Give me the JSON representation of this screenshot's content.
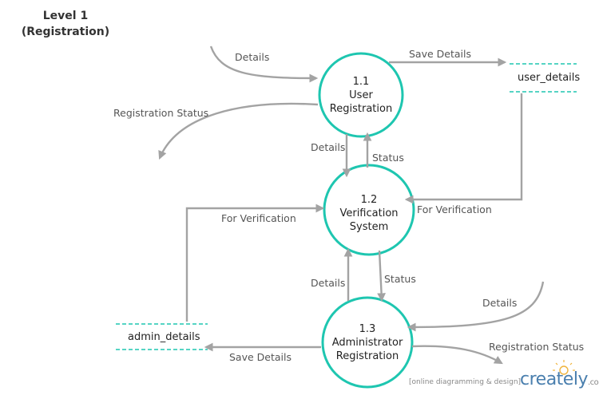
{
  "title": {
    "line1": "Level 1",
    "line2": "(Registration)"
  },
  "processes": [
    {
      "id": "1.1",
      "line1": "User",
      "line2": "Registration"
    },
    {
      "id": "1.2",
      "line1": "Verification",
      "line2": "System"
    },
    {
      "id": "1.3",
      "line1": "Administrator",
      "line2": "Registration"
    }
  ],
  "stores": {
    "user": "user_details",
    "admin": "admin_details"
  },
  "flows": {
    "details_in_top": "Details",
    "save_details_top": "Save Details",
    "reg_status_top": "Registration Status",
    "details_11_12": "Details",
    "status_12_11": "Status",
    "for_verif_right": "For Verification",
    "for_verif_left": "For Verification",
    "details_13_12": "Details",
    "status_12_13": "Status",
    "details_in_bottom": "Details",
    "save_details_bottom": "Save Details",
    "reg_status_bottom": "Registration Status"
  },
  "footer": {
    "text": "[online diagramming & design]",
    "brand": "creately",
    "brand_suffix": ".com"
  },
  "colors": {
    "circle": "#1ec6b0",
    "arrow": "#a3a3a3",
    "store": "#1ec6b0"
  }
}
